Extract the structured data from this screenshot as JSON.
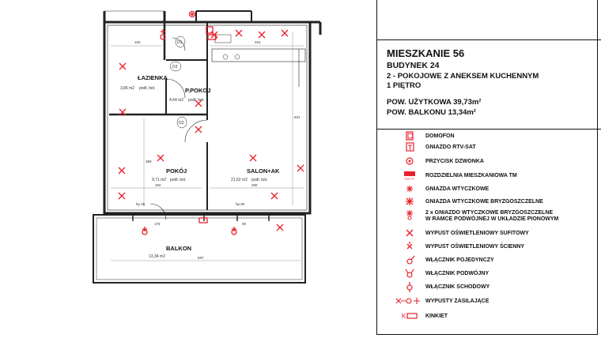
{
  "colors": {
    "symbol": "#e8202a",
    "wall": "#222222",
    "background": "#ffffff"
  },
  "info": {
    "title": "MIESZKANIE 56",
    "building": "BUDYNEK 24",
    "type": "2 - POKOJOWE Z ANEKSEM KUCHENNYM",
    "floor": "1 PIĘTRO",
    "area_usable": "POW. UŻYTKOWA 39,73m²",
    "area_balcony": "POW. BALKONU 13,34m²"
  },
  "legend": [
    {
      "icon": "intercom-icon",
      "label": "DOMOFON"
    },
    {
      "icon": "tv-socket-icon",
      "label": "GNIAZDO RTV-SAT"
    },
    {
      "icon": "doorbell-icon",
      "label": "PRZYCISK DZWONKA"
    },
    {
      "icon": "distribution-board-icon",
      "label": "ROZDZIELNIA MIESZKANIOWA TM"
    },
    {
      "icon": "socket-icon",
      "label": "GNIAZDA WTYCZKOWE"
    },
    {
      "icon": "splashproof-socket-icon",
      "label": "GNIAZDA WTYCZKOWE BRYZGOSZCZELNE"
    },
    {
      "icon": "double-splashproof-socket-icon",
      "label": "2 x GNIAZDO WTYCZKOWE BRYZGOSZCZELNE\nW RAMCE PODWÓJNEJ W UKŁADZIE PIONOWYM"
    },
    {
      "icon": "ceiling-light-icon",
      "label": "WYPUST OŚWIETLENIOWY SUFITOWY"
    },
    {
      "icon": "wall-light-icon",
      "label": "WYPUST OŚWIETLENIOWY ŚCIENNY"
    },
    {
      "icon": "single-switch-icon",
      "label": "WŁĄCZNIK POJEDYNCZY"
    },
    {
      "icon": "double-switch-icon",
      "label": "WŁĄCZNIK PODWÓJNY"
    },
    {
      "icon": "stair-switch-icon",
      "label": "WŁĄCZNIK SCHODOWY"
    },
    {
      "icon": "power-outlet-icon",
      "label": "WYPUSTY ZASILAJĄCE"
    },
    {
      "icon": "kinkiet-icon",
      "label": "KINKIET"
    }
  ],
  "plan": {
    "rooms": [
      {
        "name": "ŁAZIENKA",
        "area": "3,86 m2",
        "floor": "podł. bet."
      },
      {
        "name": "P.POKOJ",
        "area": "4,64 m2",
        "floor": "podł. bet."
      },
      {
        "name": "POKÓJ",
        "area": "9,71 m2",
        "floor": "podł. bet."
      },
      {
        "name": "SALON+AK",
        "area": "21,52 m2",
        "floor": "podł. bet."
      },
      {
        "name": "BALKON",
        "area": "13,34 m2",
        "floor": ""
      }
    ],
    "doors": [
      "D3",
      "D2",
      "D1"
    ],
    "dimensions": [
      "150",
      "315",
      "831",
      "389",
      "292",
      "300",
      "687",
      "hp 45",
      "hp 90",
      "175",
      "90"
    ]
  }
}
